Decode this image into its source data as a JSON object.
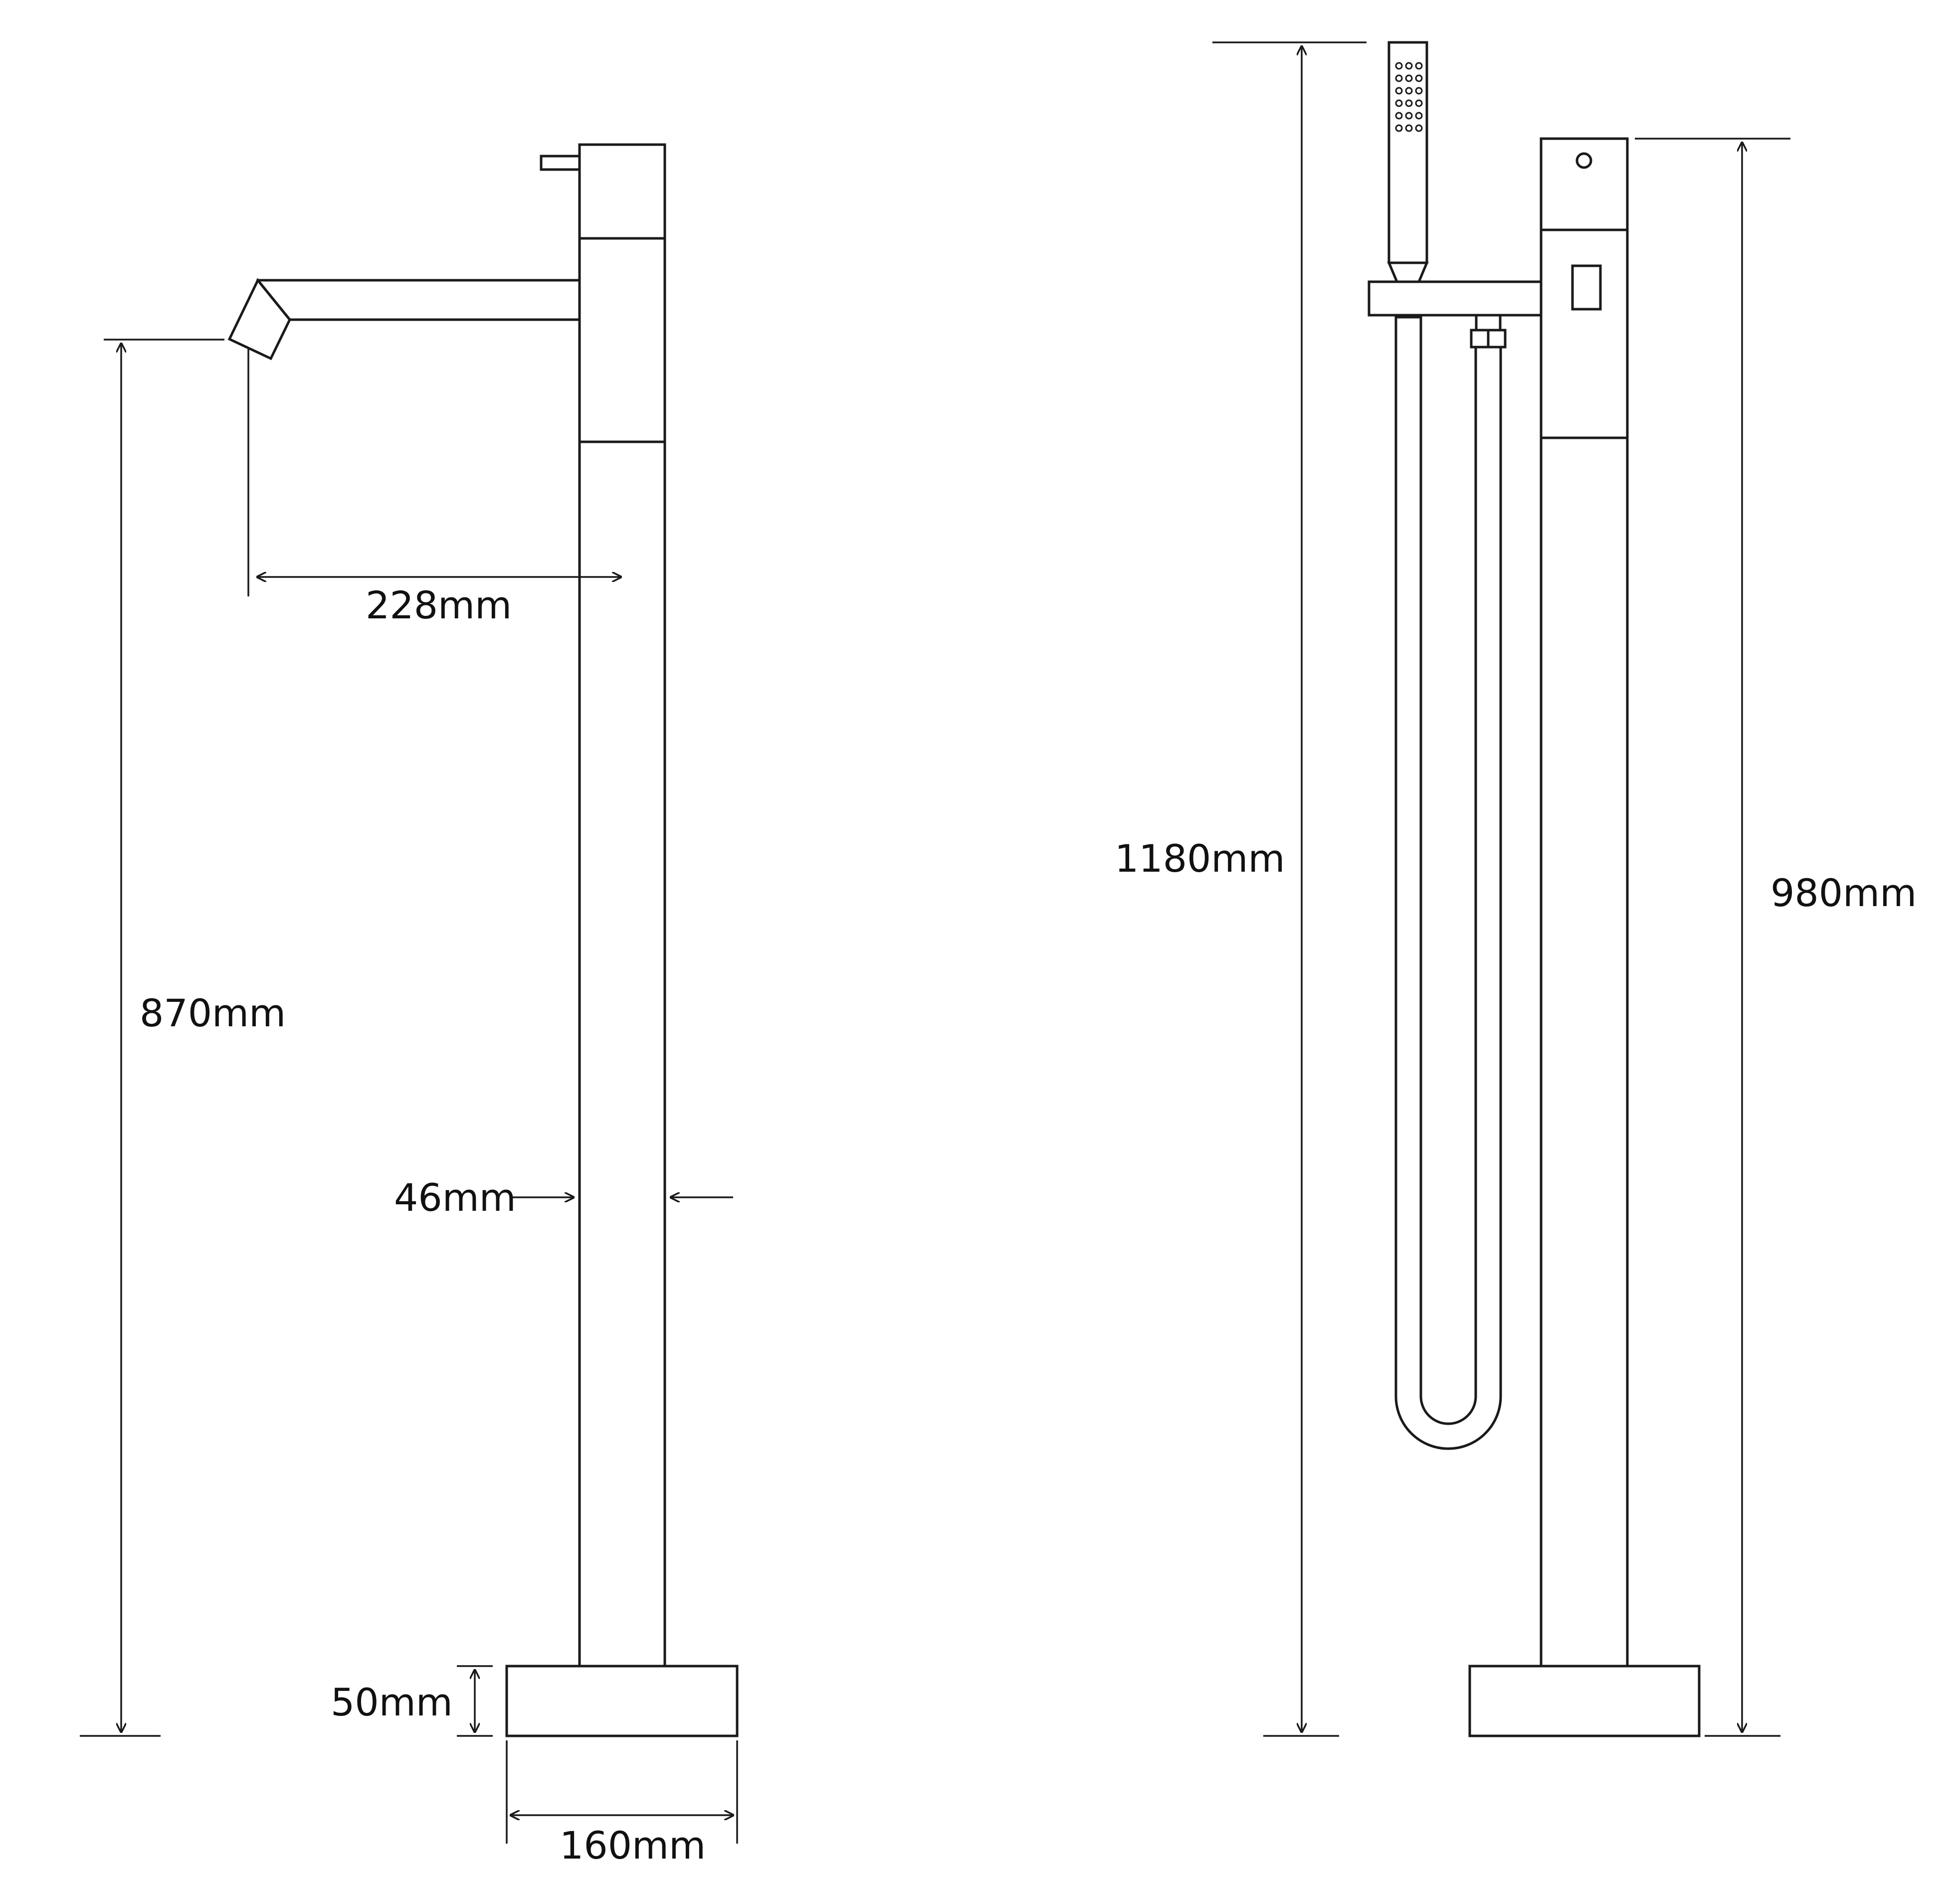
{
  "diagram": {
    "left_view": {
      "spout_reach": "228mm",
      "spout_height": "870mm",
      "pipe_width": "46mm",
      "base_height": "50mm",
      "base_width": "160mm"
    },
    "right_view": {
      "overall_height": "1180mm",
      "body_height": "980mm"
    }
  },
  "colors": {
    "line": "#1a1a1a",
    "background": "#ffffff"
  }
}
